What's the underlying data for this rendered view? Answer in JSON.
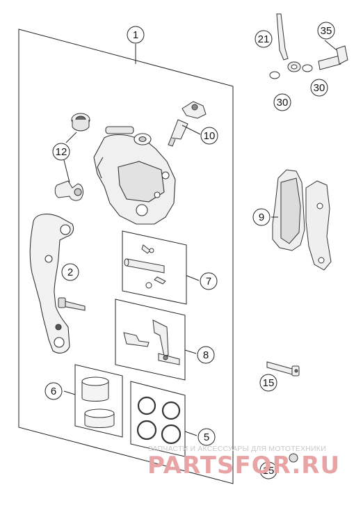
{
  "diagram": {
    "callouts": {
      "c1": "1",
      "c2": "2",
      "c5": "5",
      "c6": "6",
      "c7": "7",
      "c8": "8",
      "c9": "9",
      "c10": "10",
      "c12": "12",
      "c15a": "15",
      "c15b": "15",
      "c21": "21",
      "c30a": "30",
      "c30b": "30",
      "c35": "35"
    }
  },
  "watermark": {
    "tagline": "ЗАПЧАСТИ И АКСЕССУАРЫ ДЛЯ МОТОТЕХНИКИ",
    "brand": "PARTSFOR.RU"
  }
}
